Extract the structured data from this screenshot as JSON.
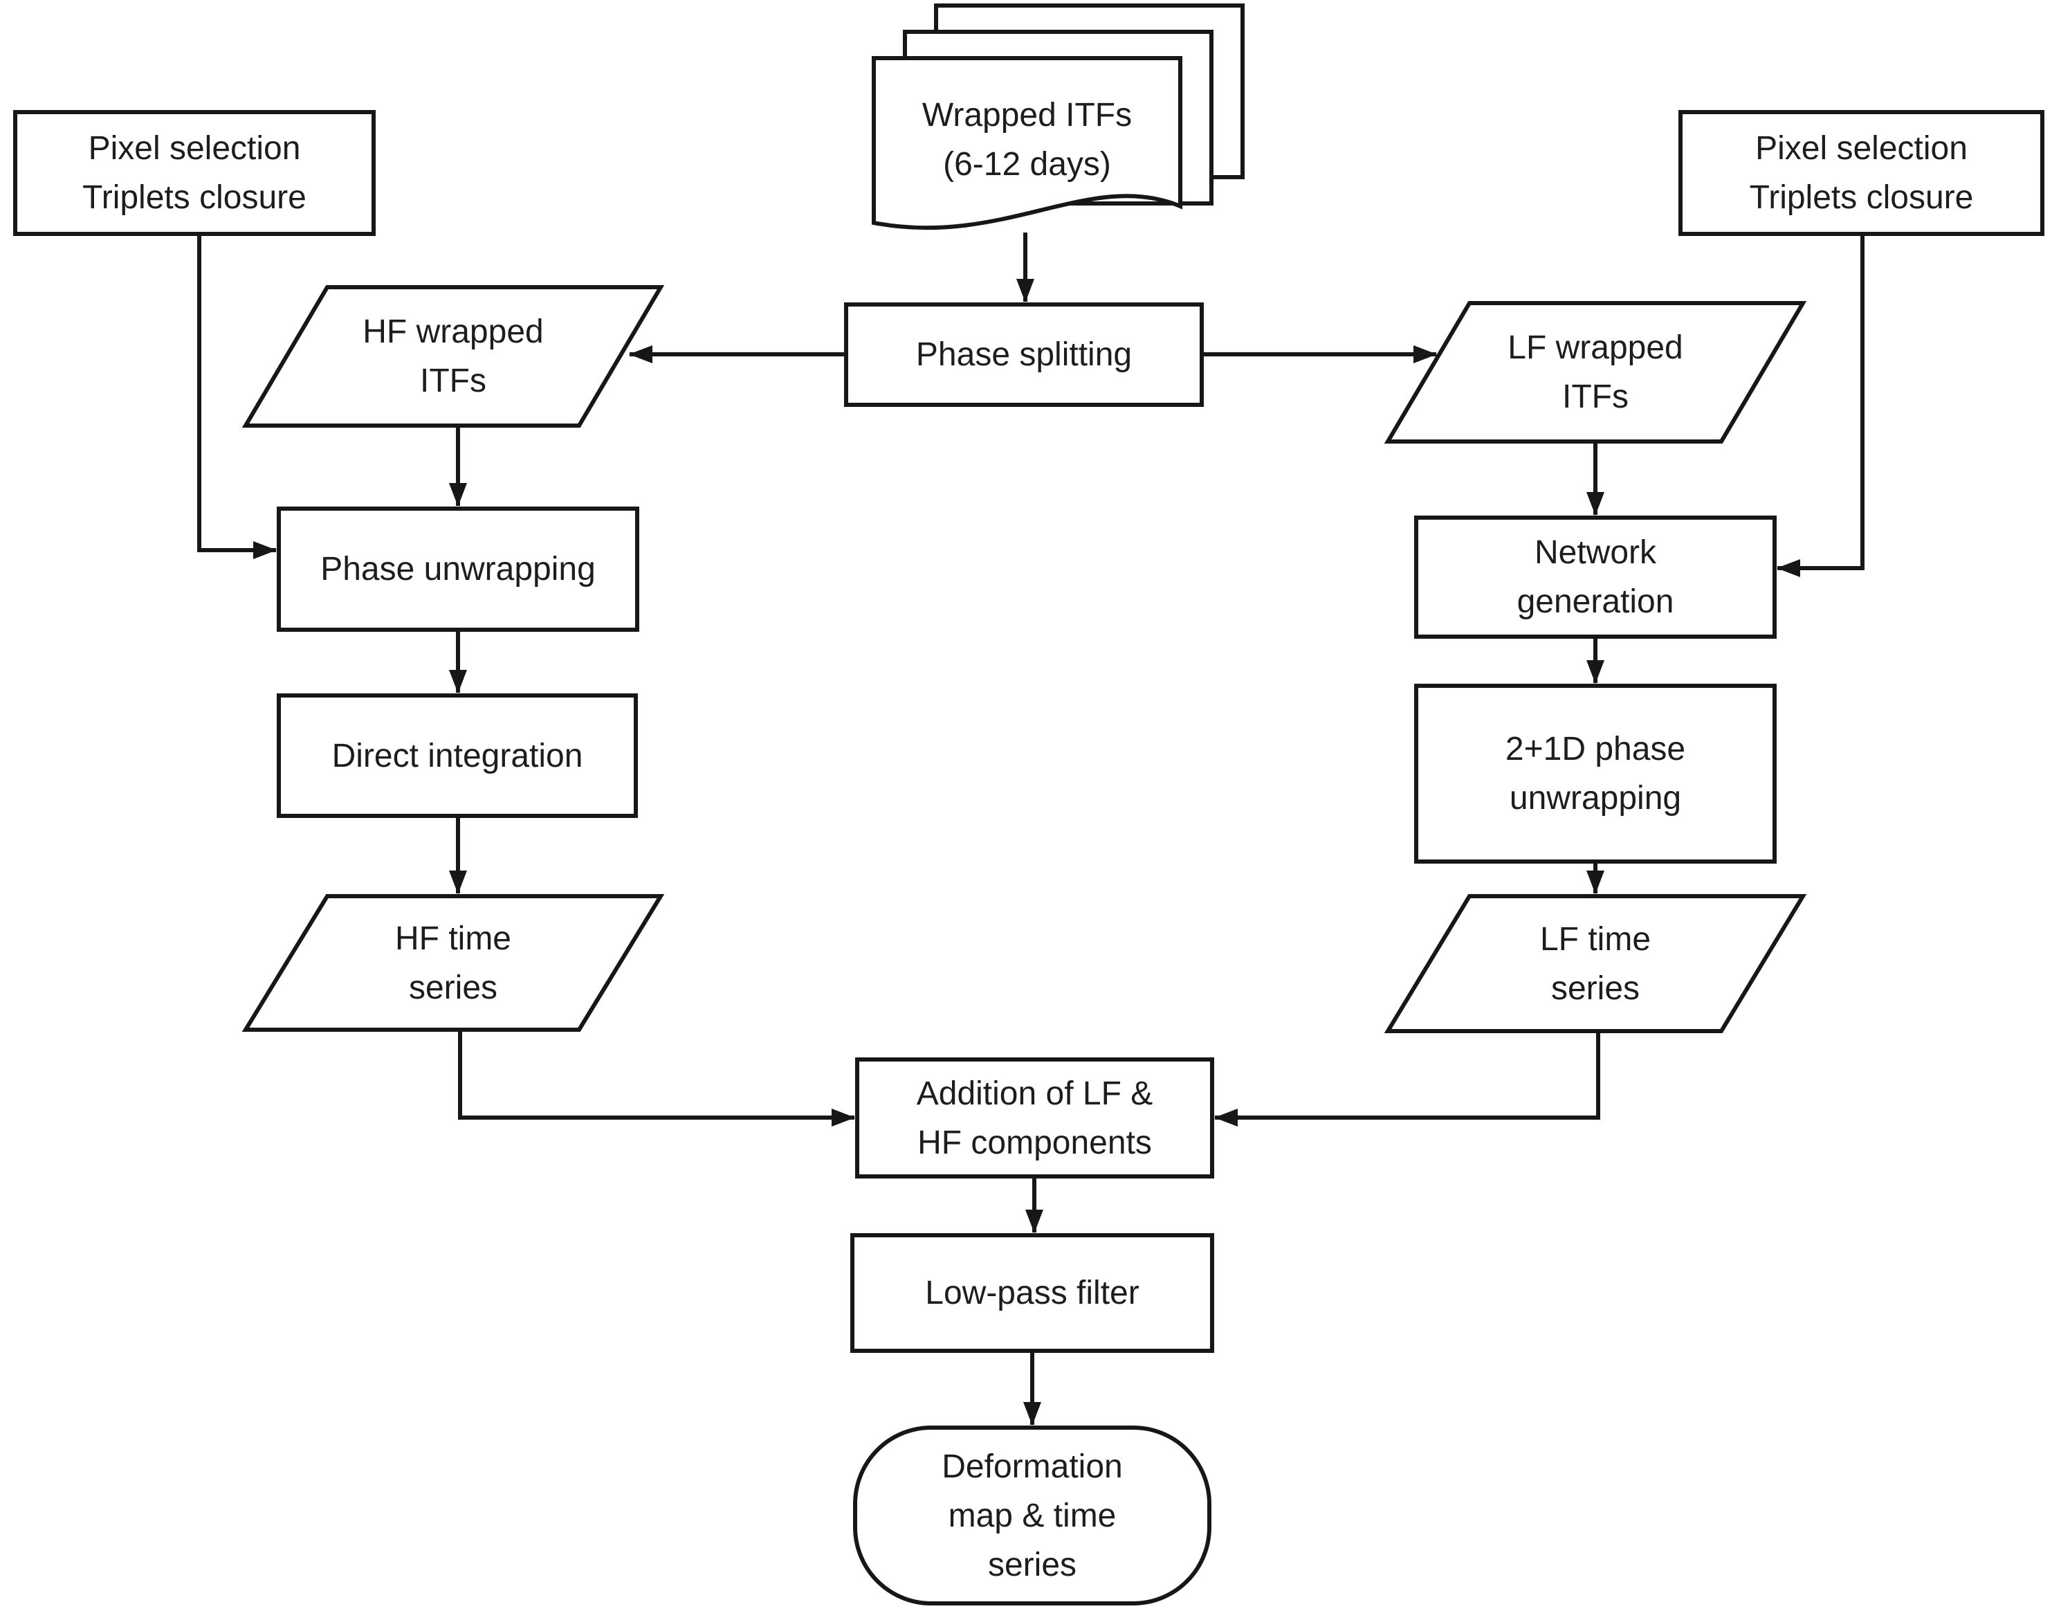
{
  "diagram": {
    "title": "HF/LF phase splitting InSAR processing flowchart",
    "background_color": "#ffffff",
    "line_color": "#171717",
    "text_color": "#1d1d1d",
    "nodes": {
      "wrapped_itfs": {
        "type": "document-stack",
        "lines": [
          "Wrapped ITFs",
          "(6-12 days)"
        ]
      },
      "pixel_selection_left": {
        "type": "process",
        "lines": [
          "Pixel selection",
          "Triplets closure"
        ]
      },
      "pixel_selection_right": {
        "type": "process",
        "lines": [
          "Pixel selection",
          "Triplets closure"
        ]
      },
      "phase_splitting": {
        "type": "process",
        "lines": [
          "Phase splitting"
        ]
      },
      "hf_wrapped_itfs": {
        "type": "data-parallelogram",
        "lines": [
          "HF wrapped",
          "ITFs"
        ]
      },
      "lf_wrapped_itfs": {
        "type": "data-parallelogram",
        "lines": [
          "LF wrapped",
          "ITFs"
        ]
      },
      "phase_unwrapping": {
        "type": "process",
        "lines": [
          "Phase unwrapping"
        ]
      },
      "network_generation": {
        "type": "process",
        "lines": [
          "Network",
          "generation"
        ]
      },
      "direct_integration": {
        "type": "process",
        "lines": [
          "Direct integration"
        ]
      },
      "phase_unwrapping_2plus1d": {
        "type": "process",
        "lines": [
          "2+1D phase",
          "unwrapping"
        ]
      },
      "hf_time_series": {
        "type": "data-parallelogram",
        "lines": [
          "HF time",
          "series"
        ]
      },
      "lf_time_series": {
        "type": "data-parallelogram",
        "lines": [
          "LF time",
          "series"
        ]
      },
      "addition_lf_hf": {
        "type": "process",
        "lines": [
          "Addition of LF &",
          "HF components"
        ]
      },
      "low_pass_filter": {
        "type": "process",
        "lines": [
          "Low-pass filter"
        ]
      },
      "deformation_output": {
        "type": "terminator",
        "lines": [
          "Deformation",
          "map & time",
          "series"
        ]
      }
    },
    "edges": [
      {
        "from": "wrapped_itfs",
        "to": "phase_splitting"
      },
      {
        "from": "phase_splitting",
        "to": "hf_wrapped_itfs"
      },
      {
        "from": "phase_splitting",
        "to": "lf_wrapped_itfs"
      },
      {
        "from": "pixel_selection_left",
        "to": "phase_unwrapping"
      },
      {
        "from": "pixel_selection_right",
        "to": "network_generation"
      },
      {
        "from": "hf_wrapped_itfs",
        "to": "phase_unwrapping"
      },
      {
        "from": "phase_unwrapping",
        "to": "direct_integration"
      },
      {
        "from": "direct_integration",
        "to": "hf_time_series"
      },
      {
        "from": "lf_wrapped_itfs",
        "to": "network_generation"
      },
      {
        "from": "network_generation",
        "to": "phase_unwrapping_2plus1d"
      },
      {
        "from": "phase_unwrapping_2plus1d",
        "to": "lf_time_series"
      },
      {
        "from": "hf_time_series",
        "to": "addition_lf_hf"
      },
      {
        "from": "lf_time_series",
        "to": "addition_lf_hf"
      },
      {
        "from": "addition_lf_hf",
        "to": "low_pass_filter"
      },
      {
        "from": "low_pass_filter",
        "to": "deformation_output"
      }
    ]
  }
}
